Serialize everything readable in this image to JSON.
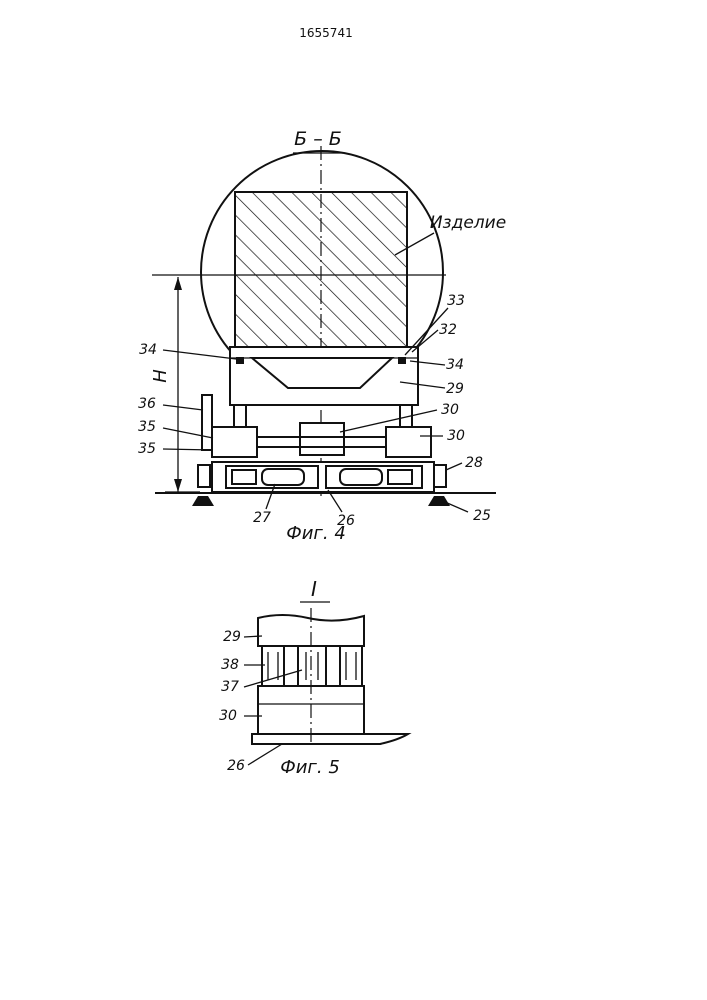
{
  "header": {
    "patent_number": "1655741"
  },
  "figure4": {
    "section_label": "Б – Б",
    "caption": "Фиг. 4",
    "product_label": "Изделие",
    "dimension_label": "H",
    "callouts": {
      "c33": "33",
      "c32": "32",
      "c34_left": "34",
      "c34_right": "34",
      "c29": "29",
      "c30_upper": "30",
      "c30_lower": "30",
      "c36": "36",
      "c35_upper": "35",
      "c35_lower": "35",
      "c28": "28",
      "c25": "25",
      "c27": "27",
      "c26": "26"
    }
  },
  "figure5": {
    "detail_label": "I",
    "caption": "Фиг. 5",
    "callouts": {
      "c29": "29",
      "c38": "38",
      "c37": "37",
      "c30": "30",
      "c26": "26"
    }
  },
  "colors": {
    "ink": "#111111",
    "paper": "#ffffff"
  }
}
